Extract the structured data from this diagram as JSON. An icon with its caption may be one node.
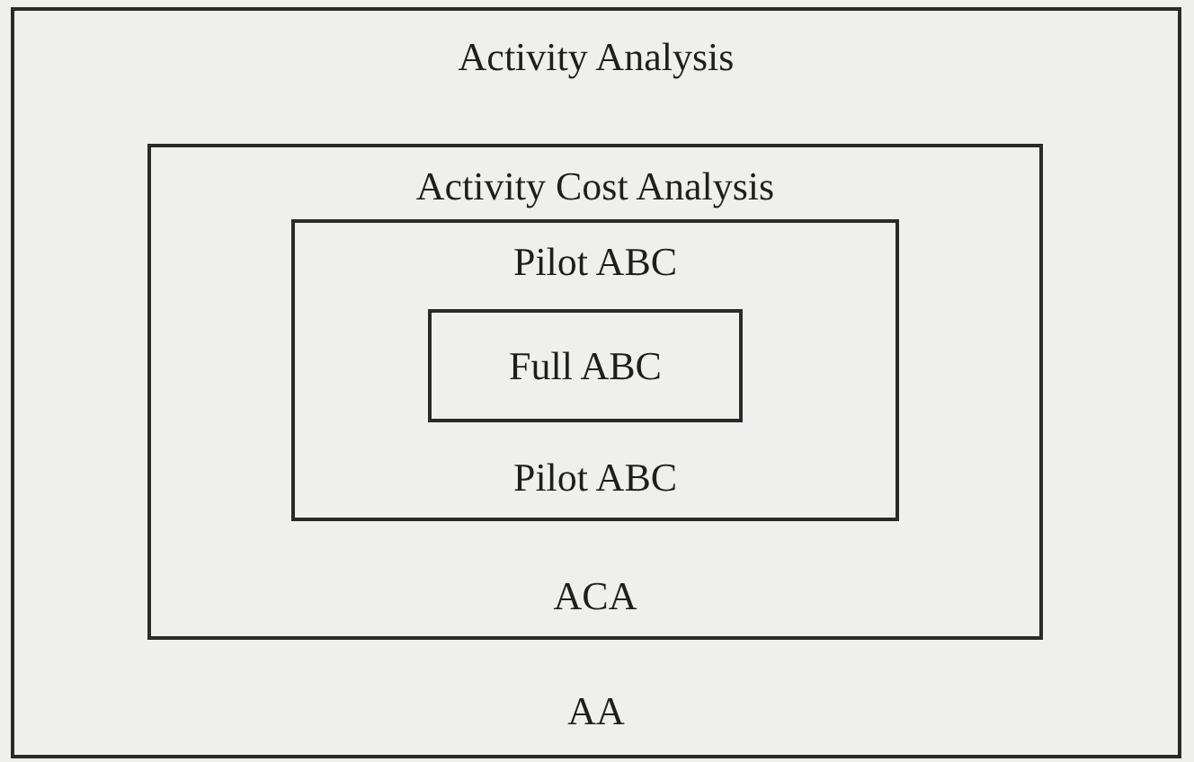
{
  "diagram": {
    "nodes": [
      {
        "text": [
          "Activity Analysis",
          "AA"
        ]
      },
      {
        "text": [
          "Activity Cost Analysis",
          "ACA"
        ],
        "in": 0
      },
      {
        "text": [
          "Pilot ABC",
          "Pilot ABC"
        ],
        "in": 1
      },
      {
        "text": [
          "Full ABC"
        ],
        "in": 2
      }
    ]
  }
}
